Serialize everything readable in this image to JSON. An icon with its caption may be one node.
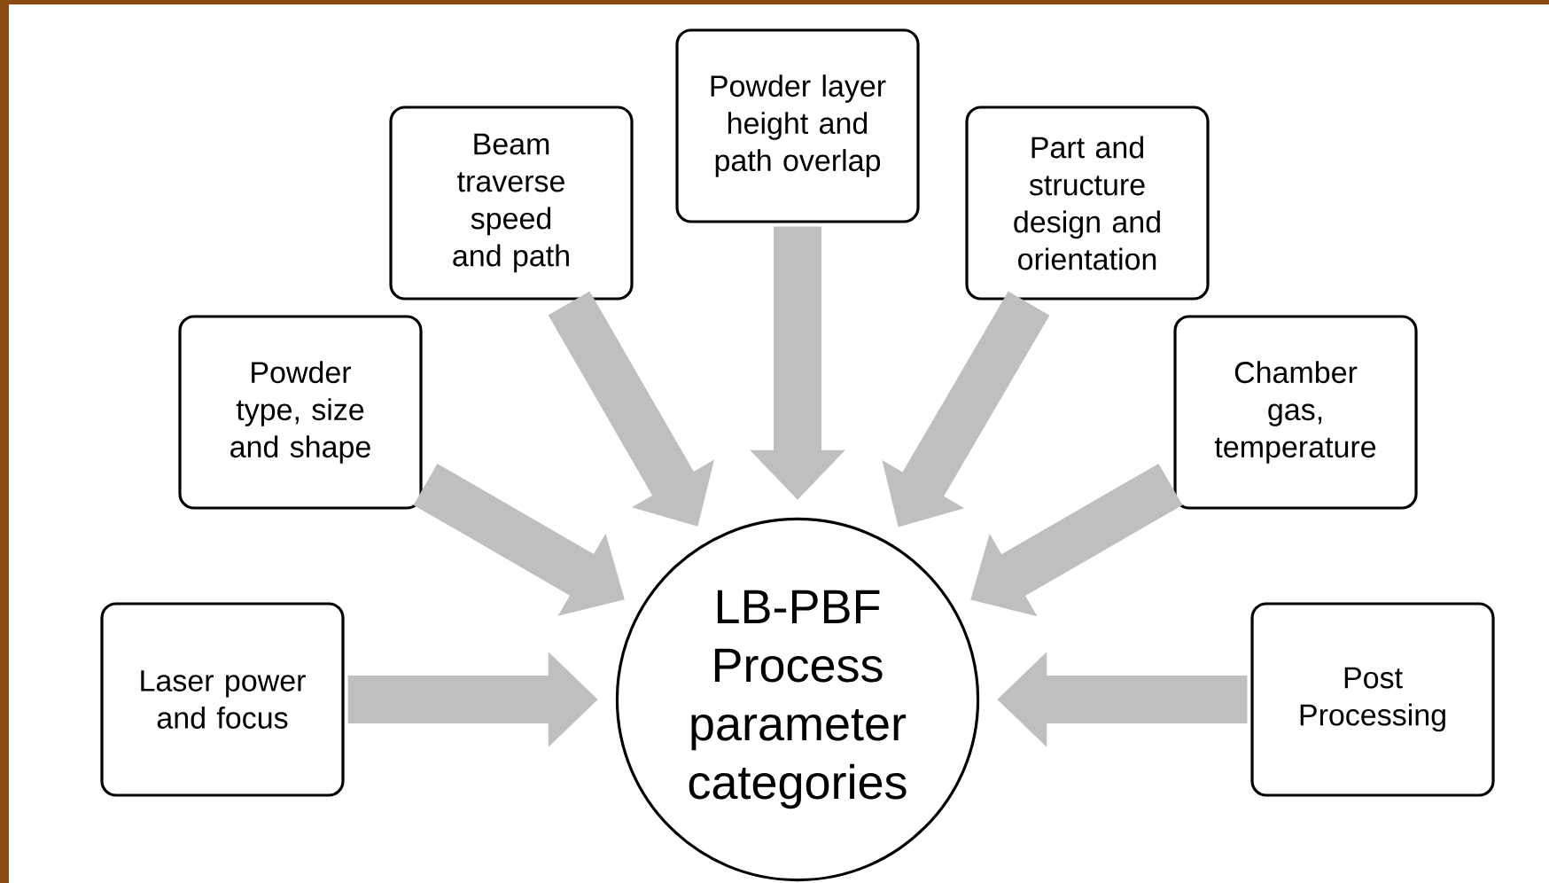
{
  "diagram": {
    "nodes": [
      {
        "text": [
          "Powder layer height and path overlap"
        ]
      },
      {
        "text": [
          "Beam traverse speed and path"
        ]
      },
      {
        "text": [
          "Part and structure design and orientation"
        ]
      },
      {
        "text": [
          "Powder type, size and shape"
        ]
      },
      {
        "text": [
          "Chamber gas, temperature"
        ]
      },
      {
        "text": [
          "Laser power and focus"
        ]
      },
      {
        "text": [
          "Post Processing"
        ]
      },
      {
        "text": [
          "LB-PBF Process parameter categories"
        ]
      }
    ],
    "edges": [
      {
        "from": 0,
        "to": 7,
        "arrow": "to"
      },
      {
        "from": 1,
        "to": 7,
        "arrow": "to"
      },
      {
        "from": 2,
        "to": 7,
        "arrow": "to"
      },
      {
        "from": 3,
        "to": 7,
        "arrow": "to"
      },
      {
        "from": 4,
        "to": 7,
        "arrow": "to"
      },
      {
        "from": 5,
        "to": 7,
        "arrow": "to"
      },
      {
        "from": 6,
        "to": 7,
        "arrow": "to"
      }
    ]
  }
}
